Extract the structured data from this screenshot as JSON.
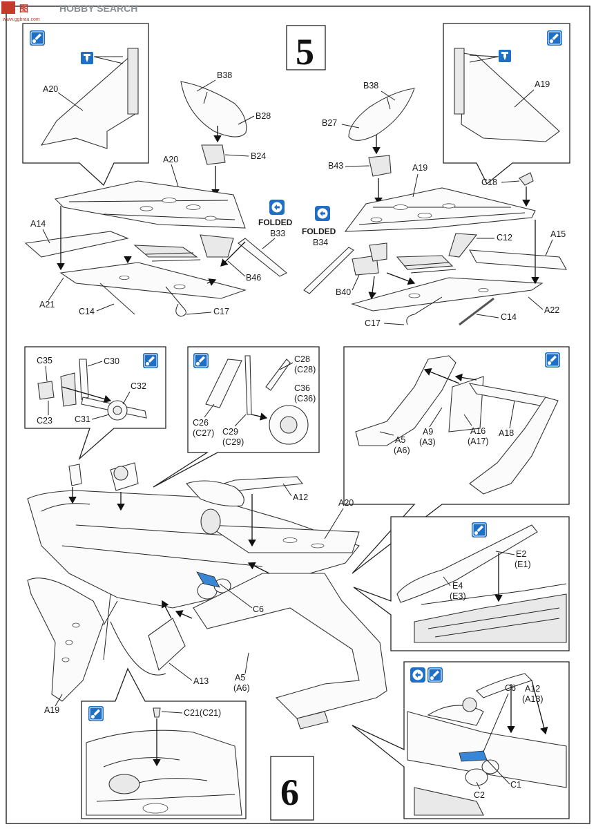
{
  "watermark": {
    "brand": "HOBBY SEARCH",
    "cn": "图",
    "url": "www.ggbrau.com"
  },
  "steps": {
    "five": "5",
    "six": "6"
  },
  "folded": {
    "left": "FOLDED",
    "right": "FOLDED"
  },
  "step5": {
    "left": {
      "A20_inset": "A20",
      "B38": "B38",
      "B28": "B28",
      "B24": "B24",
      "A20": "A20",
      "A14": "A14",
      "B33": "B33",
      "B46": "B46",
      "A21": "A21",
      "C14": "C14",
      "C17": "C17"
    },
    "right": {
      "A19_inset": "A19",
      "B38": "B38",
      "B27": "B27",
      "B43": "B43",
      "A19": "A19",
      "C18": "C18",
      "B34": "B34",
      "C12": "C12",
      "A15": "A15",
      "B40": "B40",
      "A22": "A22",
      "C17": "C17",
      "C14": "C14"
    }
  },
  "step6": {
    "gear_inset": {
      "C35": "C35",
      "C30": "C30",
      "C32": "C32",
      "C23": "C23",
      "C31": "C31"
    },
    "strut_inset": {
      "C28": "C28",
      "C28b": "(C28)",
      "C26": "C26",
      "C27": "(C27)",
      "C36": "C36",
      "C36b": "(C36)",
      "C29": "C29",
      "C29b": "(C29)"
    },
    "boom_inset": {
      "A5": "A5",
      "A6": "(A6)",
      "A9": "A9",
      "A3": "(A3)",
      "A16": "A16",
      "A17": "(A17)",
      "A18": "A18"
    },
    "main": {
      "A12": "A12",
      "A20": "A20",
      "C6": "C6",
      "A5": "A5",
      "A6": "(A6)",
      "A13": "A13",
      "A19": "A19"
    },
    "tank_inset": {
      "E2": "E2",
      "E1": "(E1)",
      "E4": "E4",
      "E3": "(E3)"
    },
    "rivet_inset": {
      "C21": "C21(C21)"
    },
    "folded_inset": {
      "C6": "C6",
      "A12": "A12",
      "A13": "(A13)",
      "C1": "C1",
      "C2": "C2"
    }
  },
  "colors": {
    "accent": "#1f6fc4",
    "watermark_red": "#c43b2b",
    "watermark_gray": "#8a8f96"
  },
  "icons": [
    "paint-icon",
    "glue-icon",
    "fold-icon"
  ]
}
